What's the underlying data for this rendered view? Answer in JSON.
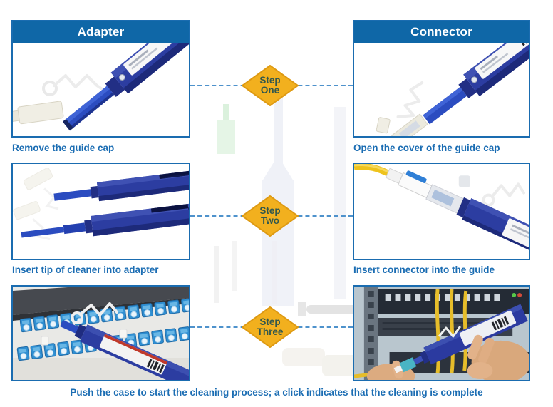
{
  "adapter": {
    "header": "Adapter",
    "step1_caption": "Remove the guide cap",
    "step2_caption": "Insert tip of cleaner into adapter"
  },
  "connector": {
    "header": "Connector",
    "step1_caption": "Open the cover of the guide cap",
    "step2_caption": "Insert connector into the guide"
  },
  "steps": [
    {
      "line1": "Step",
      "line2": "One"
    },
    {
      "line1": "Step",
      "line2": "Two"
    },
    {
      "line1": "Step",
      "line2": "Three"
    }
  ],
  "footer_caption": "Push the case to start the cleaning process; a click indicates that the cleaning is complete",
  "images": {
    "adapter_step1": "blue one-click fiber cleaner pen with white guide cap removed",
    "connector_step1": "blue one-click fiber cleaner pen with guide cap cover opened",
    "adapter_step2": "two cleaner pens with cleaning tip extended",
    "connector_step2": "LC connector on yellow fiber inserted into cleaner guide",
    "adapter_step3": "cleaner pen inserted into LC adapter on patch panel",
    "connector_step3": "hands cleaning LC connector with pen cleaner at rack"
  },
  "colors": {
    "header_bg": "#0f67a7",
    "panel_border": "#1a6cb0",
    "caption_text": "#1b6db3",
    "diamond_fill": "#f2b01e",
    "diamond_border": "#dd9912",
    "diamond_text": "#33584d",
    "connector_line": "#4e92cc",
    "pen_body_blue": "#2c3da1",
    "fiber_yellow": "#eec31d"
  }
}
